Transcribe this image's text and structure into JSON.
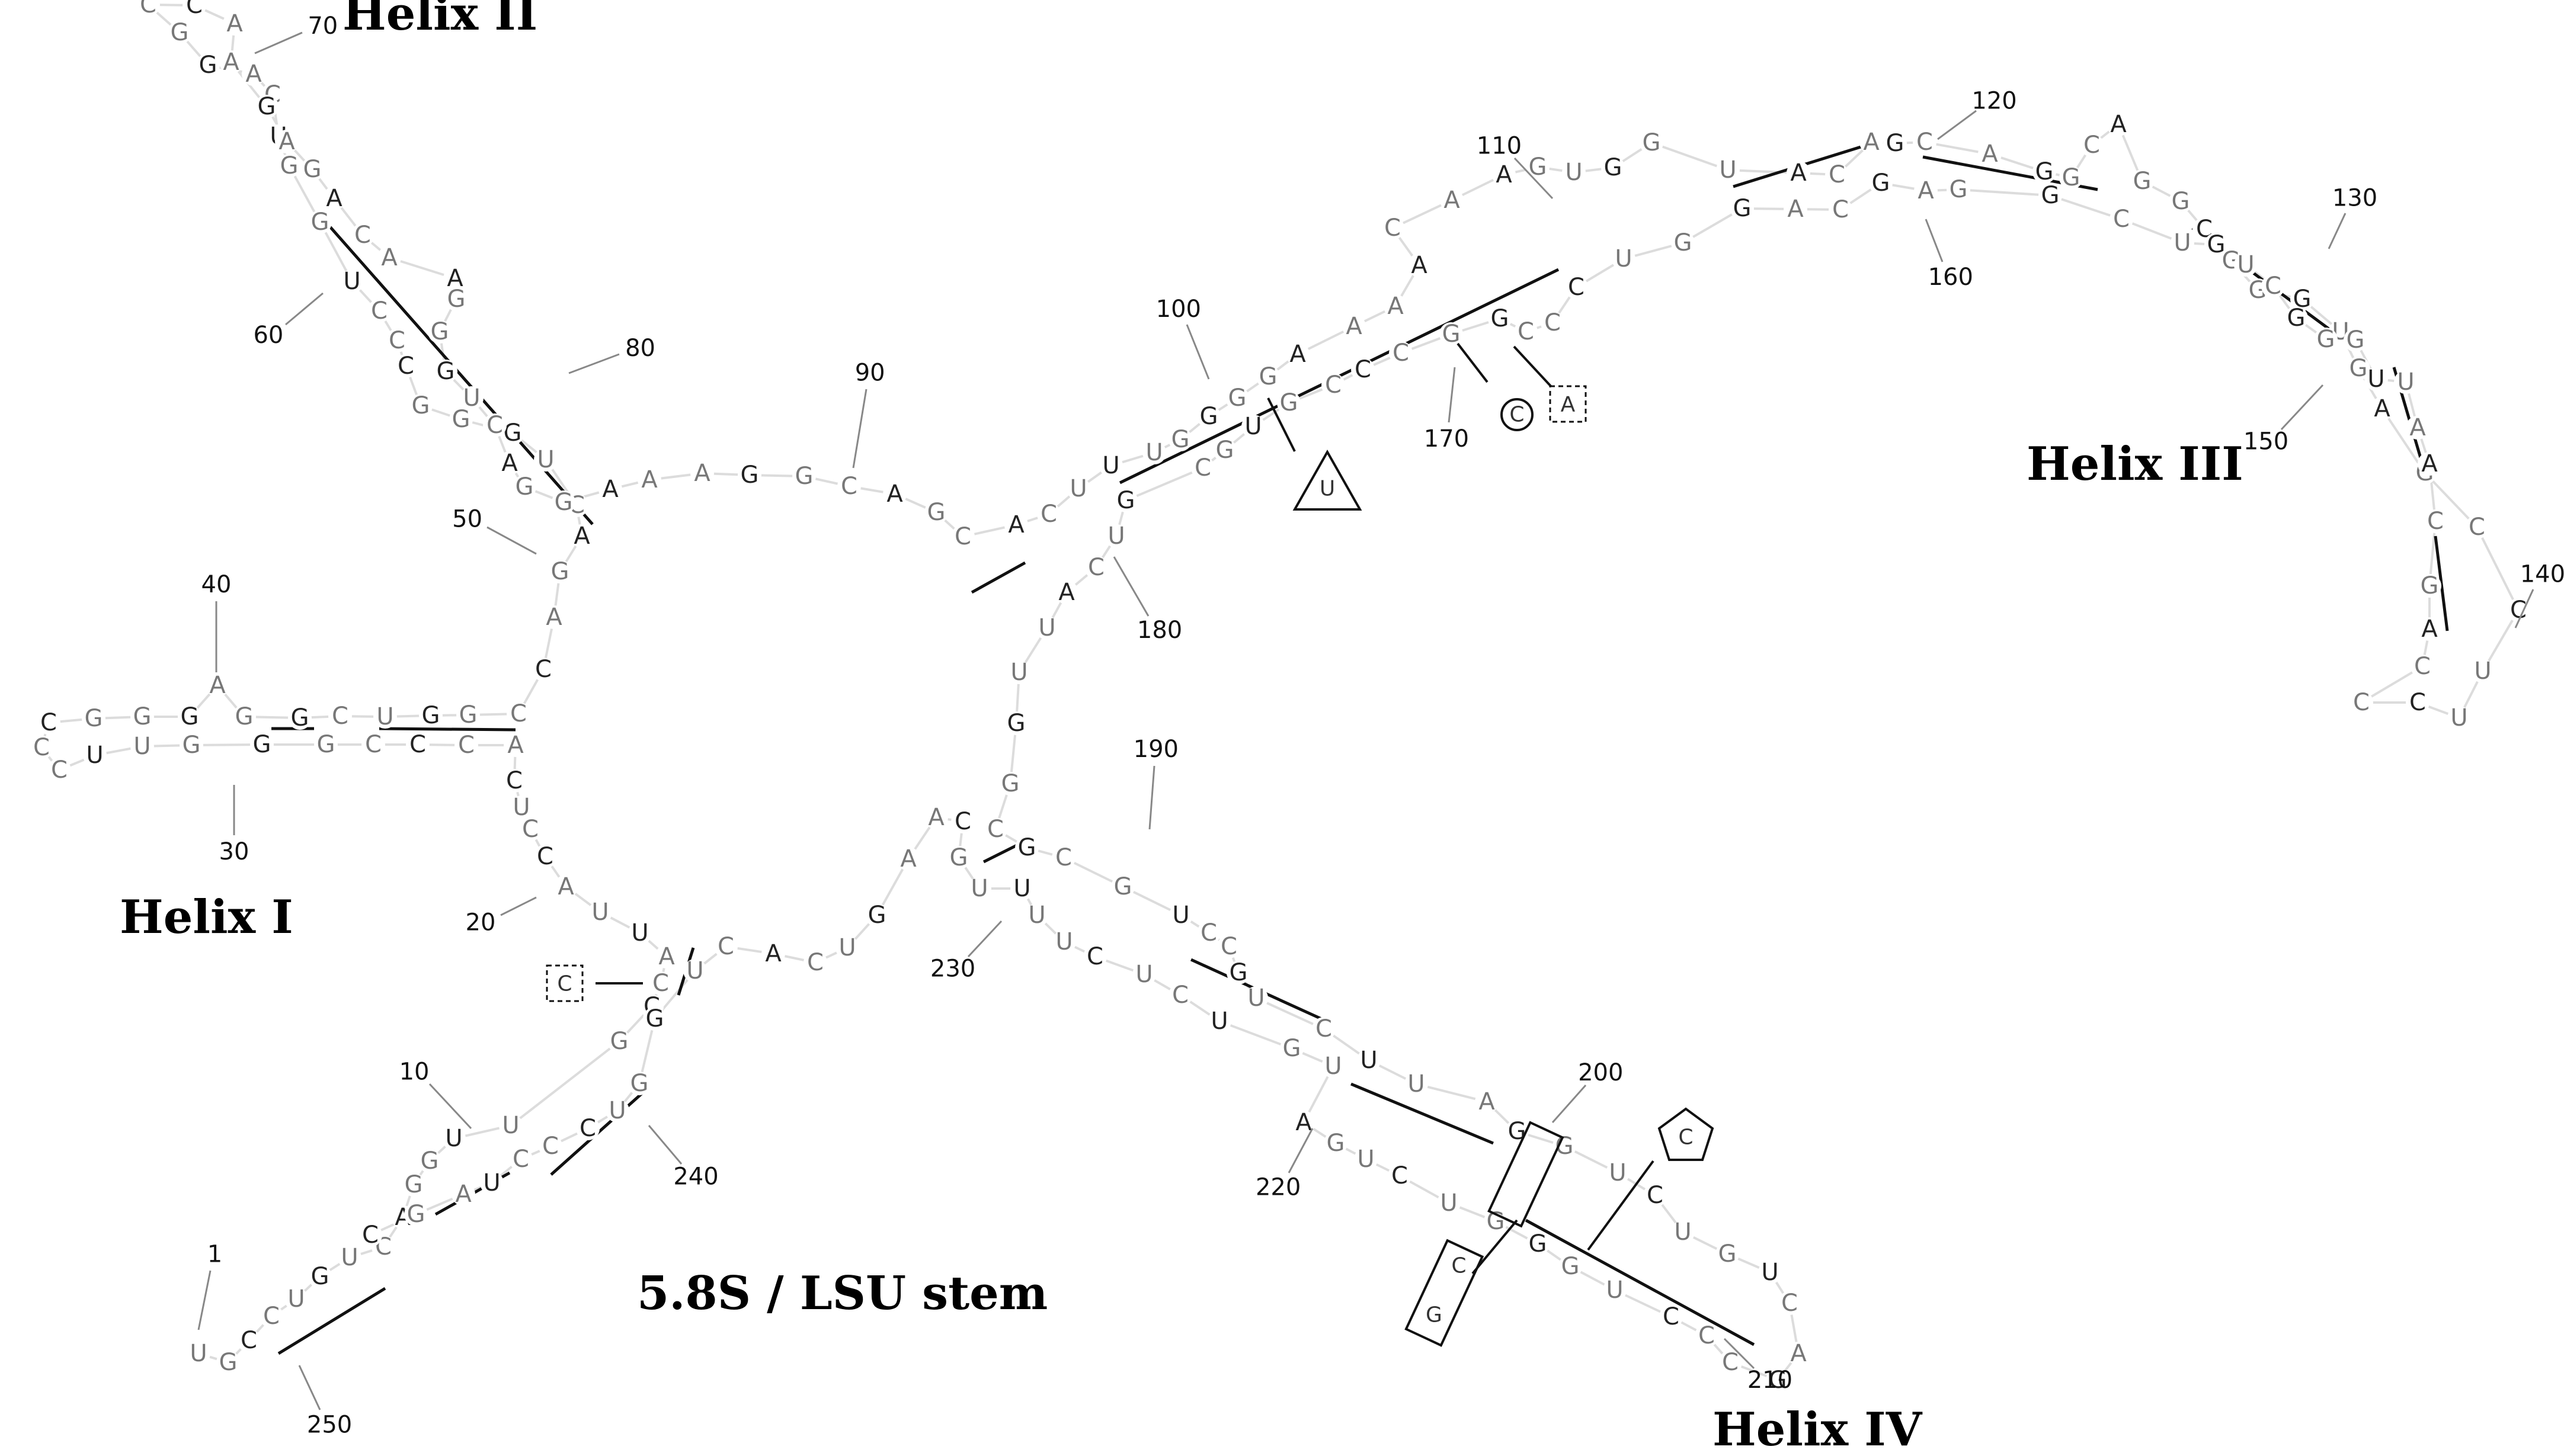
{
  "labels": {
    "helix_1": "Helix I",
    "helix_2": "Helix II",
    "helix_3": "Helix III",
    "helix_4": "Helix IV",
    "stem": "5.8S / LSU stem"
  },
  "positions": [
    "1",
    "10",
    "20",
    "30",
    "40",
    "50",
    "60",
    "70",
    "80",
    "90",
    "100",
    "110",
    "120",
    "130",
    "140",
    "150",
    "160",
    "170",
    "180",
    "190",
    "200",
    "210",
    "220",
    "230",
    "240",
    "250"
  ],
  "sequence": "UGCCUGUCAGGUUGCCAUUACCUCACCCGGGUUCCCGGGAGGCUGGCCAGACUGGGCCCUGGUCAGGCCAAGAGACAAGGGUCAGGAAAGGCAGCACUUUGGGGAAAACAAGUGGUACAGCAGGCAGGCGGGUGAGCCUUCCCAGCAAUUGGGCUGUCGGAGCAGGUCCCGGCCCGUGCGUCAUUGGCGCGUCCGUCUUAGGUCUGUCAGCCCUGGGUCUGAUGUCUCUUUUGCAAGUCACUGGUCCCUAGC",
  "variants": {
    "v1": "U",
    "v2": "C",
    "v3": "A",
    "v4": "C",
    "v5": "C",
    "v6_top": "C",
    "v6_bottom": "G"
  }
}
